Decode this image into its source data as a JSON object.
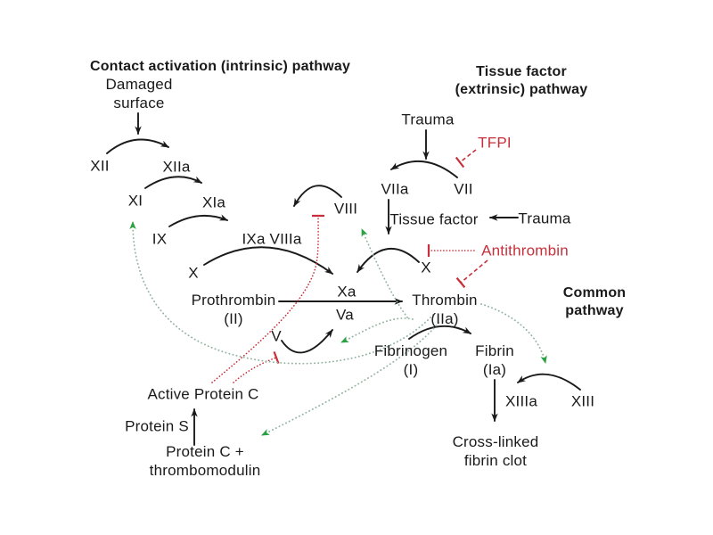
{
  "diagram": {
    "titles": {
      "intrinsic": "Contact activation (intrinsic) pathway",
      "extrinsic": "Tissue factor\n(extrinsic) pathway",
      "common": "Common\npathway"
    },
    "nodes": {
      "damaged_surface": "Damaged\nsurface",
      "xii": "XII",
      "xiia": "XIIa",
      "xi": "XI",
      "xia": "XIa",
      "ix": "IX",
      "ixa_viiia": "IXa VIIIa",
      "viii": "VIII",
      "x_left": "X",
      "xa": "Xa",
      "prothrombin": "Prothrombin\n(II)",
      "va": "Va",
      "v": "V",
      "thrombin": "Thrombin\n(IIa)",
      "trauma_top": "Trauma",
      "viia": "VIIa",
      "vii": "VII",
      "tfpi": "TFPI",
      "tissue_factor": "Tissue factor",
      "trauma_right": "Trauma",
      "antithrombin": "Antithrombin",
      "x_right": "X",
      "fibrinogen": "Fibrinogen\n(I)",
      "fibrin": "Fibrin\n(Ia)",
      "xiiia": "XIIIa",
      "xiii": "XIII",
      "cross_linked_clot": "Cross-linked\nfibrin clot",
      "active_protein_c": "Active Protein C",
      "protein_s": "Protein S",
      "protein_c_thrombomodulin": "Protein C +\nthrombomodulin"
    },
    "colors": {
      "text": "#1a1a1a",
      "activation_arrow": "#1a1a1a",
      "inhibitor_red": "#c5303a",
      "activator_green": "#2aa243",
      "activator_dots": "#93b3a0",
      "background": "#ffffff"
    }
  }
}
